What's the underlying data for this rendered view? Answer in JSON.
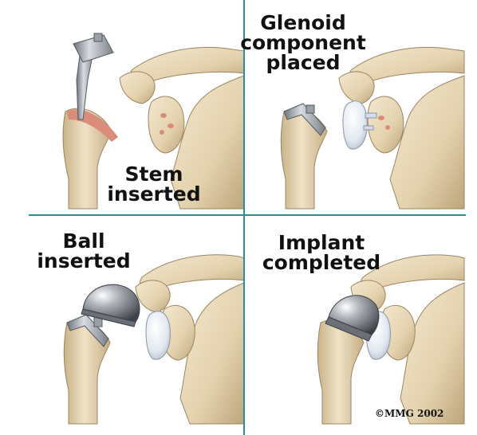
{
  "colors": {
    "background": "#ffffff",
    "divider": "#2a8f95",
    "bone": "#e7d7b7",
    "bone_shadow": "#b9a27a",
    "cartilage": "#d98c78",
    "metal": "#8a8e96",
    "metal_light": "#d4d7dc",
    "poly": "#e6ecf3",
    "poly_shadow": "#a9b4c2"
  },
  "panels": [
    {
      "id": "stem",
      "caption_lines": [
        "Stem",
        "inserted"
      ]
    },
    {
      "id": "glenoid",
      "caption_lines": [
        "Glenoid",
        "component",
        "placed"
      ]
    },
    {
      "id": "ball",
      "caption_lines": [
        "Ball",
        "inserted"
      ]
    },
    {
      "id": "implant",
      "caption_lines": [
        "Implant",
        "completed"
      ]
    }
  ],
  "copyright": "©MMG 2002"
}
